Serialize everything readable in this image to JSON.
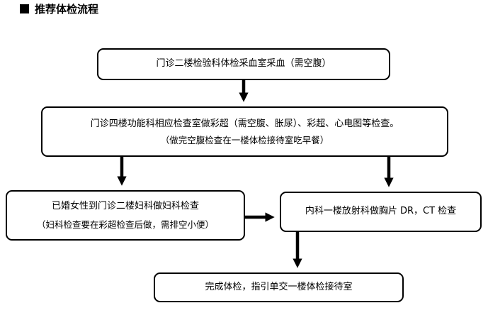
{
  "header": {
    "title": "推荐体检流程",
    "bullet_icon": "black-square-icon"
  },
  "steps": {
    "step1": {
      "main": "门诊二楼检验科体检采血室采血（需空腹）"
    },
    "step2": {
      "main": "门诊四楼功能科相应检查室做彩超（需空腹、胀尿）、彩超、心电图等检查。",
      "note": "（做完空腹检查在一楼体检接待室吃早餐）"
    },
    "step3": {
      "main": "已婚女性到门诊二楼妇科做妇科检查",
      "note": "（妇科检查要在彩超检查后做，需排空小便）"
    },
    "step4": {
      "main": "内科一楼放射科做胸片 DR，CT 检查"
    },
    "step5": {
      "main": "完成体检，指引单交一楼体检接待室"
    }
  },
  "colors": {
    "line": "#000000",
    "background": "#ffffff"
  }
}
